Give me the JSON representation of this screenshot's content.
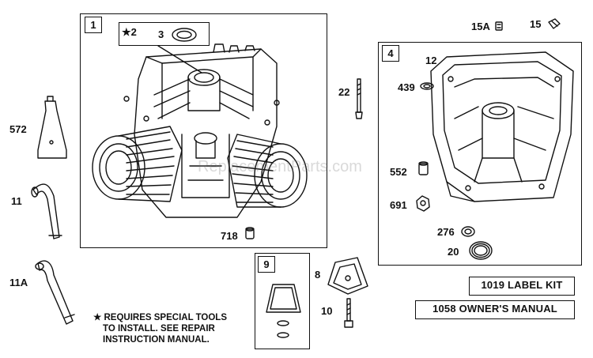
{
  "callouts": {
    "box1": "1",
    "star2": "★2",
    "p3": "3",
    "p15a": "15A",
    "p15": "15",
    "box4": "4",
    "p12": "12",
    "p439": "439",
    "p22": "22",
    "p572": "572",
    "p11": "11",
    "p11a": "11A",
    "p718": "718",
    "p552": "552",
    "p691": "691",
    "p276": "276",
    "p20": "20",
    "box9": "9",
    "p8": "8",
    "p10": "10"
  },
  "kits": {
    "label_kit": "1019 LABEL KIT",
    "owners_manual": "1058 OWNER'S MANUAL"
  },
  "note": {
    "line1": "★ REQUIRES SPECIAL TOOLS",
    "line2": "TO INSTALL.  SEE REPAIR",
    "line3": "INSTRUCTION MANUAL."
  },
  "watermark": "ReplacementParts.com"
}
